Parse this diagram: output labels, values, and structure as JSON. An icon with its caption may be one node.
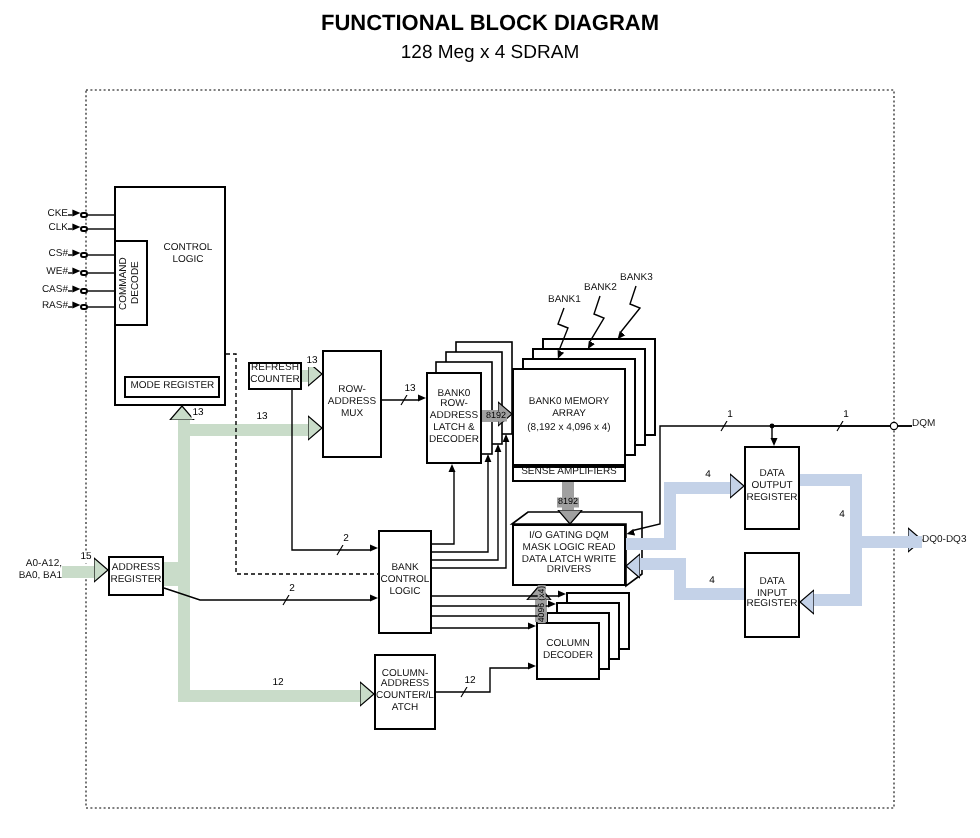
{
  "diagram": {
    "title": "FUNCTIONAL BLOCK DIAGRAM",
    "nodes": [
      {
        "text": [
          "CKE"
        ]
      },
      {
        "text": [
          "CLK"
        ]
      },
      {
        "text": [
          "CS#"
        ]
      },
      {
        "text": [
          "WE#"
        ]
      },
      {
        "text": [
          "CAS#"
        ]
      },
      {
        "text": [
          "RAS#"
        ]
      },
      {
        "text": [
          "CONTROL LOGIC"
        ]
      },
      {
        "text": [
          "COMMAND DECODE"
        ],
        "in": 6
      },
      {
        "text": [
          "MODE REGISTER"
        ],
        "in": 6
      },
      {
        "text": [
          "REFRESH COUNTER"
        ]
      },
      {
        "text": [
          "ROW-ADDRESS MUX"
        ]
      },
      {
        "text": [
          "BANK0 ROW-ADDRESS LATCH & DECODER"
        ]
      },
      {
        "text": [
          "BANK1"
        ]
      },
      {
        "text": [
          "BANK2"
        ]
      },
      {
        "text": [
          "BANK3"
        ]
      },
      {
        "text": [
          "BANK0 MEMORY ARRAY",
          "(8,192 x 4,096 x 4)"
        ]
      },
      {
        "text": [
          "SENSE AMPLIFIERS"
        ]
      },
      {
        "text": [
          "DQM"
        ]
      },
      {
        "text": [
          "DATA OUTPUT REGISTER"
        ]
      },
      {
        "text": [
          "A0-A12, BA0, BA1"
        ]
      },
      {
        "text": [
          "ADDRESS REGISTER"
        ]
      },
      {
        "text": [
          "I/O GATING DQM MASK LOGIC READ DATA LATCH WRITE DRIVERS"
        ]
      },
      {
        "text": [
          "BANK CONTROL LOGIC"
        ]
      },
      {
        "text": [
          "DQ0-DQ3"
        ]
      },
      {
        "text": [
          "DATA INPUT REGISTER"
        ]
      },
      {
        "text": [
          "COLUMN DECODER"
        ]
      },
      {
        "text": [
          "COLUMN-ADDRESS COUNTER/LATCH"
        ]
      },
      {
        "text": [],
        "shape": "box"
      },
      {
        "text": [],
        "shape": "box"
      },
      {
        "text": [],
        "shape": "box"
      },
      {
        "text": [],
        "shape": "circle"
      },
      {
        "text": [],
        "shape": "circle"
      },
      {
        "text": [],
        "shape": "circle"
      },
      {
        "text": [],
        "shape": "circle"
      },
      {
        "text": [],
        "shape": "circle"
      },
      {
        "text": [],
        "shape": "circle"
      },
      {
        "text": [],
        "shape": "box"
      },
      {
        "text": [],
        "shape": "box"
      },
      {
        "text": [],
        "shape": "box"
      }
    ],
    "edges": [
      {
        "from": 0,
        "to": 30,
        "arrow": "to"
      },
      {
        "from": 1,
        "to": 31,
        "arrow": "to"
      },
      {
        "from": 2,
        "to": 32,
        "arrow": "to"
      },
      {
        "from": 3,
        "to": 33,
        "arrow": "to"
      },
      {
        "from": 4,
        "to": 34,
        "arrow": "to"
      },
      {
        "from": 5,
        "to": 35,
        "arrow": "to"
      },
      {
        "from": 19,
        "to": 20,
        "arrow": "to",
        "label": "15",
        "style": "thick",
        "color": "#c9dcc9"
      },
      {
        "from": 20,
        "to": 6,
        "arrow": "to",
        "label": "13",
        "style": "thick",
        "color": "#c9dcc9"
      },
      {
        "from": 20,
        "to": 10,
        "arrow": "to",
        "label": "13",
        "style": "thick",
        "color": "#c9dcc9"
      },
      {
        "from": 20,
        "to": 26,
        "arrow": "to",
        "label": "12",
        "style": "thick",
        "color": "#c9dcc9"
      },
      {
        "from": 20,
        "to": 22,
        "arrow": "to",
        "label": "2"
      },
      {
        "from": 9,
        "to": 10,
        "arrow": "to",
        "label": "13",
        "style": "thick",
        "color": "#c9dcc9"
      },
      {
        "from": 9,
        "to": 22,
        "arrow": "to",
        "label": "2"
      },
      {
        "from": 6,
        "to": 22,
        "arrow": "none",
        "style": "dashed"
      },
      {
        "from": 10,
        "to": 11,
        "arrow": "to",
        "label": "13"
      },
      {
        "from": 22,
        "to": 11,
        "arrow": "to"
      },
      {
        "from": 22,
        "to": 25,
        "arrow": "to"
      },
      {
        "from": 26,
        "to": 25,
        "arrow": "to",
        "label": "12"
      },
      {
        "from": 11,
        "to": 15,
        "arrow": "to",
        "label": "8192",
        "style": "thick",
        "color": "#a0a0a0"
      },
      {
        "from": 16,
        "to": 21,
        "arrow": "to",
        "label": "8192",
        "style": "thick",
        "color": "#a0a0a0"
      },
      {
        "from": 25,
        "to": 21,
        "arrow": "to",
        "label": "4096 (x4)",
        "style": "thick",
        "color": "#a0a0a0"
      },
      {
        "from": 21,
        "to": 18,
        "arrow": "to",
        "label": "4",
        "style": "thick",
        "color": "#c4d2e8"
      },
      {
        "from": 24,
        "to": 21,
        "arrow": "to",
        "label": "4",
        "style": "thick",
        "color": "#c4d2e8"
      },
      {
        "from": 18,
        "to": 23,
        "arrow": "to",
        "label": "4",
        "style": "thick",
        "color": "#c4d2e8"
      },
      {
        "from": 23,
        "to": 24,
        "arrow": "to",
        "style": "thick",
        "color": "#c4d2e8"
      },
      {
        "from": 17,
        "to": 18,
        "arrow": "to",
        "label": "1"
      },
      {
        "from": 17,
        "to": 21,
        "arrow": "to",
        "label": "1"
      },
      {
        "from": 12,
        "to": 27,
        "arrow": "to"
      },
      {
        "from": 13,
        "to": 28,
        "arrow": "to"
      },
      {
        "from": 14,
        "to": 29,
        "arrow": "to"
      },
      {
        "from": 30,
        "to": 6,
        "arrow": "none"
      },
      {
        "from": 31,
        "to": 6,
        "arrow": "none"
      },
      {
        "from": 32,
        "to": 7,
        "arrow": "none"
      },
      {
        "from": 33,
        "to": 7,
        "arrow": "none"
      },
      {
        "from": 34,
        "to": 7,
        "arrow": "none"
      },
      {
        "from": 35,
        "to": 7,
        "arrow": "none"
      },
      {
        "from": 22,
        "to": 36,
        "arrow": "to"
      },
      {
        "from": 22,
        "to": 37,
        "arrow": "to"
      },
      {
        "from": 22,
        "to": 38,
        "arrow": "to"
      }
    ],
    "labels": [
      "128 Meg x 4 SDRAM"
    ]
  }
}
